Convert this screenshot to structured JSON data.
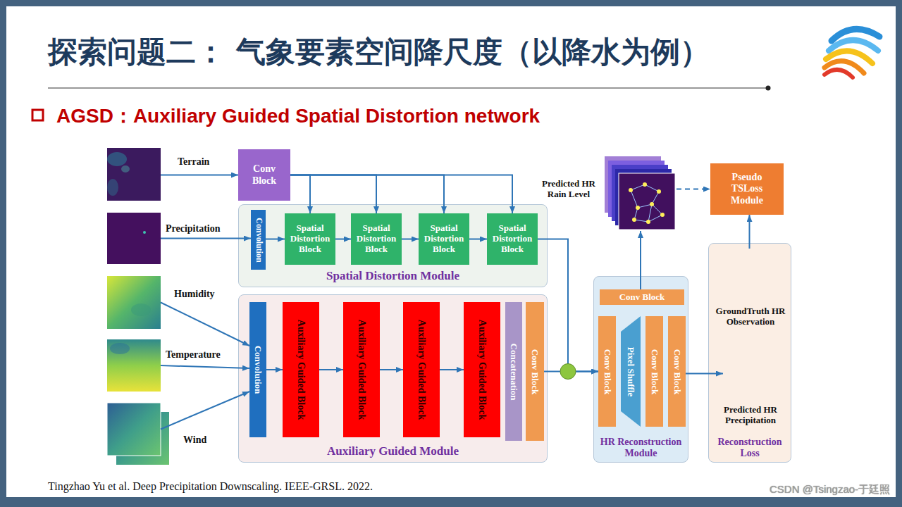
{
  "diagram": {
    "title": "探索问题二： 气象要素空间降尺度（以降水为例）",
    "caption": "Tingzhao Yu et al. Deep Precipitation Downscaling. IEEE-GRSL. 2022.",
    "nodes": [
      {
        "text": [
          "Terrain"
        ]
      },
      {
        "text": [
          "Precipitation"
        ]
      },
      {
        "text": [
          "Humidity"
        ]
      },
      {
        "text": [
          "Temperature"
        ]
      },
      {
        "text": [
          "Wind"
        ]
      },
      {
        "text": [
          "Conv Block"
        ]
      },
      {
        "text": [
          "Spatial Distortion Module"
        ]
      },
      {
        "text": [
          "Convolution"
        ],
        "in": 6
      },
      {
        "text": [
          "Spatial Distortion Block"
        ],
        "in": 6
      },
      {
        "text": [
          "Spatial Distortion Block"
        ],
        "in": 6
      },
      {
        "text": [
          "Spatial Distortion Block"
        ],
        "in": 6
      },
      {
        "text": [
          "Spatial Distortion Block"
        ],
        "in": 6
      },
      {
        "text": [
          "Auxiliary Guided Module"
        ]
      },
      {
        "text": [
          "Convolution"
        ],
        "in": 12
      },
      {
        "text": [
          "Auxiliary Guided Block"
        ],
        "in": 12
      },
      {
        "text": [
          "Auxiliary Guided Block"
        ],
        "in": 12
      },
      {
        "text": [
          "Auxiliary Guided Block"
        ],
        "in": 12
      },
      {
        "text": [
          "Auxiliary Guided Block"
        ],
        "in": 12
      },
      {
        "text": [
          "Concatenation"
        ],
        "in": 12
      },
      {
        "text": [
          "Conv Block"
        ],
        "in": 12
      },
      {
        "text": [
          "HR Reconstruction Module"
        ]
      },
      {
        "text": [
          "Conv Block"
        ],
        "in": 20
      },
      {
        "text": [
          "Conv Block"
        ],
        "in": 20
      },
      {
        "text": [
          "Pixel Shuffle"
        ],
        "in": 20
      },
      {
        "text": [
          "Conv Block"
        ],
        "in": 20
      },
      {
        "text": [
          "Conv Block"
        ],
        "in": 20
      },
      {
        "text": [
          "Predicted HR Rain Level"
        ]
      },
      {
        "text": [
          "Pseudo TSLoss Module"
        ]
      },
      {
        "text": [
          "Reconstruction Loss"
        ]
      },
      {
        "text": [
          "GroundTruth HR Observation"
        ],
        "in": 28
      },
      {
        "text": [
          "Predicted HR Precipitation"
        ],
        "in": 28
      }
    ],
    "edges": [
      {
        "from": 0,
        "to": 5,
        "arrow": "to"
      },
      {
        "from": 5,
        "to": 8,
        "arrow": "to"
      },
      {
        "from": 5,
        "to": 9,
        "arrow": "to"
      },
      {
        "from": 5,
        "to": 10,
        "arrow": "to"
      },
      {
        "from": 5,
        "to": 11,
        "arrow": "to"
      },
      {
        "from": 1,
        "to": 7,
        "arrow": "to"
      },
      {
        "from": 7,
        "to": 8,
        "arrow": "to"
      },
      {
        "from": 8,
        "to": 9,
        "arrow": "to"
      },
      {
        "from": 9,
        "to": 10,
        "arrow": "to"
      },
      {
        "from": 10,
        "to": 11,
        "arrow": "to"
      },
      {
        "from": 2,
        "to": 13,
        "arrow": "to"
      },
      {
        "from": 3,
        "to": 13,
        "arrow": "to"
      },
      {
        "from": 4,
        "to": 13,
        "arrow": "to"
      },
      {
        "from": 13,
        "to": 14,
        "arrow": "to"
      },
      {
        "from": 14,
        "to": 15,
        "arrow": "to"
      },
      {
        "from": 15,
        "to": 16,
        "arrow": "to"
      },
      {
        "from": 16,
        "to": 17,
        "arrow": "to"
      },
      {
        "from": 11,
        "to": 22,
        "arrow": "to"
      },
      {
        "from": 19,
        "to": 22,
        "arrow": "to"
      },
      {
        "from": 21,
        "to": 26,
        "arrow": "to"
      },
      {
        "from": 25,
        "to": 30,
        "arrow": "to"
      },
      {
        "from": 26,
        "to": 27,
        "arrow": "to"
      },
      {
        "from": 29,
        "to": 27,
        "arrow": "to"
      }
    ],
    "labels": [
      "AGSD：Auxiliary Guided Spatial Distortion network",
      "CSDN @Tsingzao-于廷照"
    ]
  }
}
